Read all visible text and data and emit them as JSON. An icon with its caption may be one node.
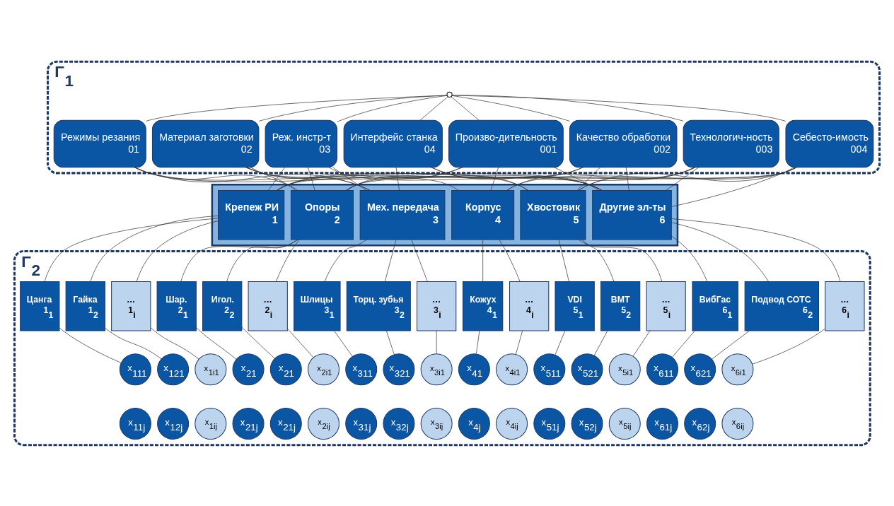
{
  "diagram": {
    "nodes": [
      {
        "text": [
          "Γ$_{1}$"
        ]
      },
      {
        "text": [
          "Режимы резания",
          "01"
        ],
        "in": 0
      },
      {
        "text": [
          "Материал заготовки",
          "02"
        ],
        "in": 0
      },
      {
        "text": [
          "Реж. инстр-т",
          "03"
        ],
        "in": 0
      },
      {
        "text": [
          "Интерфейс станка",
          "04"
        ],
        "in": 0
      },
      {
        "text": [
          "Произво-дительность",
          "001"
        ],
        "in": 0
      },
      {
        "text": [
          "Качество обработки",
          "002"
        ],
        "in": 0
      },
      {
        "text": [
          "Технологич-ность",
          "003"
        ],
        "in": 0
      },
      {
        "text": [
          "Себесто-имость",
          "004"
        ],
        "in": 0
      },
      {
        "text": [],
        "shape": "circle",
        "in": 0
      },
      {
        "text": [],
        "shape": "box"
      },
      {
        "text": [
          "Крепеж РИ",
          "1"
        ],
        "in": 10
      },
      {
        "text": [
          "Опоры",
          "2"
        ],
        "in": 10
      },
      {
        "text": [
          "Мех. передача",
          "3"
        ],
        "in": 10
      },
      {
        "text": [
          "Корпус",
          "4"
        ],
        "in": 10
      },
      {
        "text": [
          "Хвостовик",
          "5"
        ],
        "in": 10
      },
      {
        "text": [
          "Другие эл-ты",
          "6"
        ],
        "in": 10
      },
      {
        "text": [
          "Γ$_{2}$"
        ]
      },
      {
        "text": [
          "Цанга",
          "1$_{1}$"
        ],
        "in": 17
      },
      {
        "text": [
          "Гайка",
          "1$_{2}$"
        ],
        "in": 17
      },
      {
        "text": [
          "…",
          "1$_{i}$"
        ],
        "in": 17
      },
      {
        "text": [
          "Шар.",
          "2$_{1}$"
        ],
        "in": 17
      },
      {
        "text": [
          "Игол.",
          "2$_{2}$"
        ],
        "in": 17
      },
      {
        "text": [
          "…",
          "2$_{i}$"
        ],
        "in": 17
      },
      {
        "text": [
          "Шлицы",
          "3$_{1}$"
        ],
        "in": 17
      },
      {
        "text": [
          "Торц. зубья",
          "3$_{2}$"
        ],
        "in": 17
      },
      {
        "text": [
          "…",
          "3$_{i}$"
        ],
        "in": 17
      },
      {
        "text": [
          "Кожух",
          "4$_{1}$"
        ],
        "in": 17
      },
      {
        "text": [
          "…",
          "4$_{i}$"
        ],
        "in": 17
      },
      {
        "text": [
          "VDI",
          "5$_{1}$"
        ],
        "in": 17
      },
      {
        "text": [
          "BMT",
          "5$_{2}$"
        ],
        "in": 17
      },
      {
        "text": [
          "…",
          "5$_{i}$"
        ],
        "in": 17
      },
      {
        "text": [
          "ВибГас",
          "6$_{1}$"
        ],
        "in": 17
      },
      {
        "text": [
          "Подвод СОТС",
          "6$_{2}$"
        ],
        "in": 17
      },
      {
        "text": [
          "…",
          "6$_{i}$"
        ],
        "in": 17
      },
      {
        "text": [
          "x$_{111}$"
        ],
        "in": 17
      },
      {
        "text": [
          "x$_{121}$"
        ],
        "in": 17
      },
      {
        "text": [
          "x$_{1i1}$"
        ],
        "in": 17
      },
      {
        "text": [
          "x$_{21}$"
        ],
        "in": 17
      },
      {
        "text": [
          "x$_{21}$"
        ],
        "in": 17
      },
      {
        "text": [
          "x$_{2i1}$"
        ],
        "in": 17
      },
      {
        "text": [
          "x$_{311}$"
        ],
        "in": 17
      },
      {
        "text": [
          "x$_{321}$"
        ],
        "in": 17
      },
      {
        "text": [
          "x$_{3i1}$"
        ],
        "in": 17
      },
      {
        "text": [
          "x$_{41}$"
        ],
        "in": 17
      },
      {
        "text": [
          "x$_{4i1}$"
        ],
        "in": 17
      },
      {
        "text": [
          "x$_{511}$"
        ],
        "in": 17
      },
      {
        "text": [
          "x$_{521}$"
        ],
        "in": 17
      },
      {
        "text": [
          "x$_{5i1}$"
        ],
        "in": 17
      },
      {
        "text": [
          "x$_{611}$"
        ],
        "in": 17
      },
      {
        "text": [
          "x$_{621}$"
        ],
        "in": 17
      },
      {
        "text": [
          "x$_{6i1}$"
        ],
        "in": 17
      },
      {
        "text": [
          "x$_{11j}$"
        ],
        "in": 17
      },
      {
        "text": [
          "x$_{12j}$"
        ],
        "in": 17
      },
      {
        "text": [
          "x$_{1ij}$"
        ],
        "in": 17
      },
      {
        "text": [
          "x$_{21j}$"
        ],
        "in": 17
      },
      {
        "text": [
          "x$_{21j}$"
        ],
        "in": 17
      },
      {
        "text": [
          "x$_{2ij}$"
        ],
        "in": 17
      },
      {
        "text": [
          "x$_{31j}$"
        ],
        "in": 17
      },
      {
        "text": [
          "x$_{32j}$"
        ],
        "in": 17
      },
      {
        "text": [
          "x$_{3ij}$"
        ],
        "in": 17
      },
      {
        "text": [
          "x$_{4j}$"
        ],
        "in": 17
      },
      {
        "text": [
          "x$_{4ij}$"
        ],
        "in": 17
      },
      {
        "text": [
          "x$_{51j}$"
        ],
        "in": 17
      },
      {
        "text": [
          "x$_{52j}$"
        ],
        "in": 17
      },
      {
        "text": [
          "x$_{5ij}$"
        ],
        "in": 17
      },
      {
        "text": [
          "x$_{61j}$"
        ],
        "in": 17
      },
      {
        "text": [
          "x$_{62j}$"
        ],
        "in": 17
      },
      {
        "text": [
          "x$_{6ij}$"
        ],
        "in": 17
      }
    ],
    "edges": [
      {
        "from": 9,
        "to": 1,
        "arrow": "none"
      },
      {
        "from": 9,
        "to": 2,
        "arrow": "none"
      },
      {
        "from": 9,
        "to": 3,
        "arrow": "none"
      },
      {
        "from": 9,
        "to": 4,
        "arrow": "none"
      },
      {
        "from": 9,
        "to": 5,
        "arrow": "none"
      },
      {
        "from": 9,
        "to": 6,
        "arrow": "none"
      },
      {
        "from": 9,
        "to": 7,
        "arrow": "none"
      },
      {
        "from": 9,
        "to": 8,
        "arrow": "none"
      },
      {
        "from": 1,
        "to": 12,
        "arrow": "none"
      },
      {
        "from": 1,
        "to": 13,
        "arrow": "none"
      },
      {
        "from": 1,
        "to": 15,
        "arrow": "none"
      },
      {
        "from": 1,
        "to": 16,
        "arrow": "none"
      },
      {
        "from": 2,
        "to": 12,
        "arrow": "none"
      },
      {
        "from": 2,
        "to": 13,
        "arrow": "none"
      },
      {
        "from": 2,
        "to": 14,
        "arrow": "none"
      },
      {
        "from": 2,
        "to": 16,
        "arrow": "none"
      },
      {
        "from": 3,
        "to": 11,
        "arrow": "none"
      },
      {
        "from": 3,
        "to": 12,
        "arrow": "none"
      },
      {
        "from": 3,
        "to": 13,
        "arrow": "none"
      },
      {
        "from": 3,
        "to": 16,
        "arrow": "none"
      },
      {
        "from": 4,
        "to": 13,
        "arrow": "none"
      },
      {
        "from": 4,
        "to": 15,
        "arrow": "none"
      },
      {
        "from": 4,
        "to": 16,
        "arrow": "none"
      },
      {
        "from": 5,
        "to": 11,
        "arrow": "none"
      },
      {
        "from": 5,
        "to": 12,
        "arrow": "none"
      },
      {
        "from": 5,
        "to": 14,
        "arrow": "none"
      },
      {
        "from": 5,
        "to": 16,
        "arrow": "none"
      },
      {
        "from": 6,
        "to": 11,
        "arrow": "none"
      },
      {
        "from": 6,
        "to": 12,
        "arrow": "none"
      },
      {
        "from": 6,
        "to": 15,
        "arrow": "none"
      },
      {
        "from": 6,
        "to": 16,
        "arrow": "none"
      },
      {
        "from": 7,
        "to": 11,
        "arrow": "none"
      },
      {
        "from": 7,
        "to": 14,
        "arrow": "none"
      },
      {
        "from": 7,
        "to": 15,
        "arrow": "none"
      },
      {
        "from": 7,
        "to": 16,
        "arrow": "none"
      },
      {
        "from": 8,
        "to": 11,
        "arrow": "none"
      },
      {
        "from": 8,
        "to": 12,
        "arrow": "none"
      },
      {
        "from": 8,
        "to": 14,
        "arrow": "none"
      },
      {
        "from": 8,
        "to": 15,
        "arrow": "none"
      },
      {
        "from": 8,
        "to": 16,
        "arrow": "none"
      },
      {
        "from": 11,
        "to": 18,
        "arrow": "none"
      },
      {
        "from": 11,
        "to": 19,
        "arrow": "none"
      },
      {
        "from": 11,
        "to": 20,
        "arrow": "none"
      },
      {
        "from": 12,
        "to": 21,
        "arrow": "none"
      },
      {
        "from": 12,
        "to": 22,
        "arrow": "none"
      },
      {
        "from": 12,
        "to": 23,
        "arrow": "none"
      },
      {
        "from": 13,
        "to": 24,
        "arrow": "none"
      },
      {
        "from": 13,
        "to": 25,
        "arrow": "none"
      },
      {
        "from": 13,
        "to": 26,
        "arrow": "none"
      },
      {
        "from": 14,
        "to": 27,
        "arrow": "none"
      },
      {
        "from": 14,
        "to": 28,
        "arrow": "none"
      },
      {
        "from": 15,
        "to": 29,
        "arrow": "none"
      },
      {
        "from": 15,
        "to": 30,
        "arrow": "none"
      },
      {
        "from": 15,
        "to": 31,
        "arrow": "none"
      },
      {
        "from": 16,
        "to": 32,
        "arrow": "none"
      },
      {
        "from": 16,
        "to": 33,
        "arrow": "none"
      },
      {
        "from": 16,
        "to": 34,
        "arrow": "none"
      },
      {
        "from": 18,
        "to": 35,
        "arrow": "none"
      },
      {
        "from": 19,
        "to": 36,
        "arrow": "none"
      },
      {
        "from": 20,
        "to": 37,
        "arrow": "none"
      },
      {
        "from": 21,
        "to": 38,
        "arrow": "none"
      },
      {
        "from": 22,
        "to": 39,
        "arrow": "none"
      },
      {
        "from": 23,
        "to": 40,
        "arrow": "none"
      },
      {
        "from": 24,
        "to": 41,
        "arrow": "none"
      },
      {
        "from": 25,
        "to": 42,
        "arrow": "none"
      },
      {
        "from": 26,
        "to": 43,
        "arrow": "none"
      },
      {
        "from": 27,
        "to": 44,
        "arrow": "none"
      },
      {
        "from": 28,
        "to": 45,
        "arrow": "none"
      },
      {
        "from": 29,
        "to": 46,
        "arrow": "none"
      },
      {
        "from": 30,
        "to": 47,
        "arrow": "none"
      },
      {
        "from": 31,
        "to": 48,
        "arrow": "none"
      },
      {
        "from": 32,
        "to": 49,
        "arrow": "none"
      },
      {
        "from": 33,
        "to": 50,
        "arrow": "none"
      },
      {
        "from": 34,
        "to": 51,
        "arrow": "none"
      }
    ]
  }
}
